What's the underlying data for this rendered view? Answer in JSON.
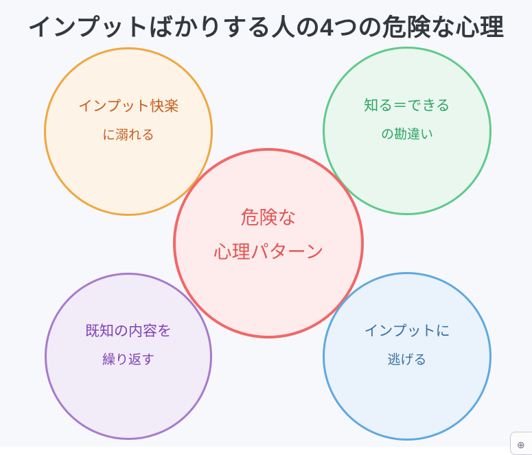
{
  "page": {
    "background_color": "#f7f8fb",
    "title": "インプットばかりする人の4つの危険な心理",
    "title_color": "#33383e"
  },
  "diagram": {
    "center": {
      "id": "danger-psychology-pattern",
      "lines": [
        "危険な",
        "心理パターン"
      ],
      "border_color": "#f26767",
      "fill_color": "#fdeceb",
      "text_color": "#e25454"
    },
    "satellites": [
      {
        "id": "input-pleasure",
        "lines": [
          "インプット快楽",
          "に溺れる"
        ],
        "border_color": "#f0a73f",
        "fill_color": "#fdf3e7",
        "text_color": "#c65d1d"
      },
      {
        "id": "knowing-equals-doing",
        "lines": [
          "知る＝できる",
          "の勘違い"
        ],
        "border_color": "#5eca8b",
        "fill_color": "#e9f7ef",
        "text_color": "#2da463"
      },
      {
        "id": "repeat-known-content",
        "lines": [
          "既知の内容を",
          "繰り返す"
        ],
        "border_color": "#a77acc",
        "fill_color": "#f2ebf8",
        "text_color": "#7d42b3"
      },
      {
        "id": "escape-into-input",
        "lines": [
          "インプットに",
          "逃げる"
        ],
        "border_color": "#5ea9e0",
        "fill_color": "#eaf2fb",
        "text_color": "#3a719e"
      }
    ]
  },
  "corner_button": {
    "glyph": "⊕",
    "border_color": "#c6cad3",
    "fill_color": "#fcfcfd",
    "glyph_color": "#6b7280"
  }
}
